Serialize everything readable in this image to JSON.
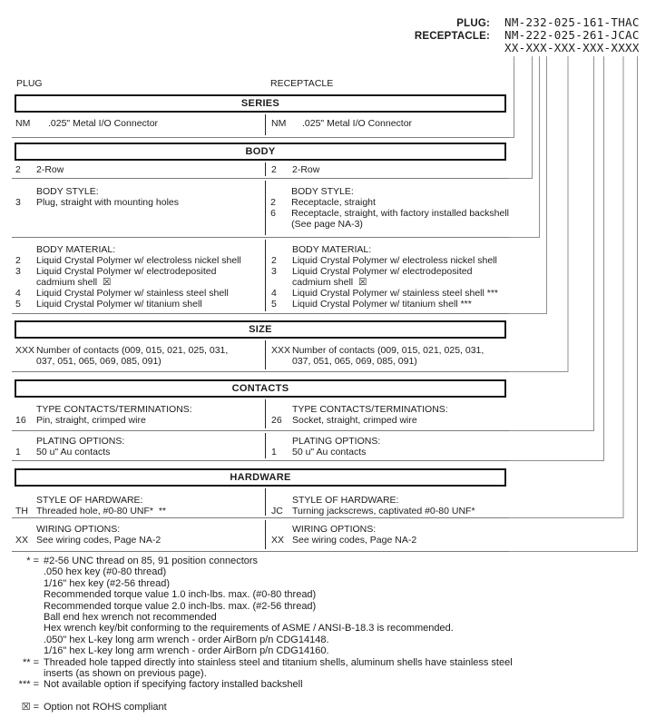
{
  "part_numbers": {
    "plug_label": "PLUG:",
    "plug_value": "NM-232-025-161-THAC",
    "receptacle_label": "RECEPTACLE:",
    "receptacle_value": "NM-222-025-261-JCAC",
    "mask_value": "XX-XXX-XXX-XXX-XXXX"
  },
  "column_headers": {
    "left": "PLUG",
    "right": "RECEPTACLE"
  },
  "sections": [
    {
      "id": "series",
      "title": "SERIES",
      "subs": [
        {
          "id": "sub-series",
          "left": {
            "rows": [
              {
                "code": "NM",
                "lines": [
                  ".025\" Metal I/O Connector"
                ]
              }
            ]
          },
          "right": {
            "rows": [
              {
                "code": "NM",
                "lines": [
                  ".025\" Metal I/O Connector"
                ]
              }
            ]
          }
        }
      ]
    },
    {
      "id": "body",
      "title": "BODY",
      "subs": [
        {
          "id": "sub-body-row",
          "left": {
            "rows": [
              {
                "code": "2",
                "lines": [
                  "2-Row"
                ]
              }
            ]
          },
          "right": {
            "rows": [
              {
                "code": "2",
                "lines": [
                  "2-Row"
                ]
              }
            ]
          }
        },
        {
          "id": "sub-body-style",
          "left": {
            "title": "BODY STYLE:",
            "rows": [
              {
                "code": "3",
                "lines": [
                  "Plug, straight with mounting holes"
                ]
              }
            ]
          },
          "right": {
            "title": "BODY STYLE:",
            "rows": [
              {
                "code": "2",
                "lines": [
                  "Receptacle, straight"
                ]
              },
              {
                "code": "6",
                "lines": [
                  "Receptacle, straight, with factory installed backshell",
                  "(See page NA-3)"
                ]
              }
            ]
          }
        },
        {
          "id": "sub-body-material",
          "left": {
            "title": "BODY MATERIAL:",
            "rows": [
              {
                "code": "2",
                "lines": [
                  "Liquid Crystal Polymer w/ electroless nickel shell"
                ]
              },
              {
                "code": "3",
                "lines": [
                  "Liquid Crystal Polymer w/ electrodeposited",
                  "cadmium shell  ☒"
                ]
              },
              {
                "code": "4",
                "lines": [
                  "Liquid Crystal Polymer w/ stainless steel shell"
                ]
              },
              {
                "code": "5",
                "lines": [
                  "Liquid Crystal Polymer w/ titanium shell"
                ]
              }
            ]
          },
          "right": {
            "title": "BODY MATERIAL:",
            "rows": [
              {
                "code": "2",
                "lines": [
                  "Liquid Crystal Polymer w/ electroless nickel shell"
                ]
              },
              {
                "code": "3",
                "lines": [
                  "Liquid Crystal Polymer w/ electrodeposited",
                  "cadmium shell  ☒"
                ]
              },
              {
                "code": "4",
                "lines": [
                  "Liquid Crystal Polymer w/ stainless steel shell ***"
                ]
              },
              {
                "code": "5",
                "lines": [
                  "Liquid Crystal Polymer w/ titanium shell ***"
                ]
              }
            ]
          }
        }
      ]
    },
    {
      "id": "size",
      "title": "SIZE",
      "subs": [
        {
          "id": "sub-size",
          "left": {
            "rows": [
              {
                "code": "XXX",
                "lines": [
                  "Number of contacts (009, 015, 021, 025, 031,",
                  "037, 051, 065, 069, 085, 091)"
                ]
              }
            ]
          },
          "right": {
            "rows": [
              {
                "code": "XXX",
                "lines": [
                  "Number of contacts (009, 015, 021, 025, 031,",
                  "037, 051, 065, 069, 085, 091)"
                ]
              }
            ]
          }
        }
      ]
    },
    {
      "id": "contacts",
      "title": "CONTACTS",
      "subs": [
        {
          "id": "sub-contacts-type",
          "left": {
            "title": "TYPE CONTACTS/TERMINATIONS:",
            "rows": [
              {
                "code": "16",
                "lines": [
                  "Pin, straight, crimped wire"
                ]
              }
            ]
          },
          "right": {
            "title": "TYPE CONTACTS/TERMINATIONS:",
            "rows": [
              {
                "code": "26",
                "lines": [
                  "Socket, straight, crimped wire"
                ]
              }
            ]
          }
        },
        {
          "id": "sub-contacts-plating",
          "left": {
            "title": "PLATING OPTIONS:",
            "rows": [
              {
                "code": "1",
                "lines": [
                  "50 u\" Au contacts"
                ]
              }
            ]
          },
          "right": {
            "title": "PLATING OPTIONS:",
            "rows": [
              {
                "code": "1",
                "lines": [
                  "50 u\" Au contacts"
                ]
              }
            ]
          }
        }
      ]
    },
    {
      "id": "hardware",
      "title": "HARDWARE",
      "subs": [
        {
          "id": "sub-hardware-style",
          "left": {
            "title": "STYLE OF HARDWARE:",
            "rows": [
              {
                "code": "TH",
                "lines": [
                  "Threaded hole, #0-80 UNF*  **"
                ]
              }
            ]
          },
          "right": {
            "title": "STYLE OF HARDWARE:",
            "rows": [
              {
                "code": "JC",
                "lines": [
                  "Turning jackscrews, captivated #0-80 UNF*"
                ]
              }
            ]
          }
        },
        {
          "id": "sub-hardware-wiring",
          "left": {
            "title": "WIRING OPTIONS:",
            "rows": [
              {
                "code": "XX",
                "lines": [
                  "See wiring codes, Page NA-2"
                ]
              }
            ]
          },
          "right": {
            "title": "WIRING OPTIONS:",
            "rows": [
              {
                "code": "XX",
                "lines": [
                  "See wiring codes, Page NA-2"
                ]
              }
            ]
          }
        }
      ]
    }
  ],
  "footnotes": [
    {
      "marker": "* =",
      "lines": [
        "#2-56 UNC thread on 85, 91 position connectors",
        ".050 hex key (#0-80 thread)",
        "1/16\" hex key (#2-56 thread)",
        "Recommended torque value 1.0 inch-lbs. max. (#0-80 thread)",
        "Recommended torque value 2.0 inch-lbs. max. (#2-56 thread)",
        "Ball end hex wrench not recommended",
        "Hex wrench key/bit conforming to the requirements of ASME / ANSI-B-18.3 is recommended.",
        ".050\" hex L-key long arm wrench - order AirBorn p/n CDG14148.",
        "1/16\" hex L-key long arm wrench - order AirBorn p/n CDG14160."
      ]
    },
    {
      "marker": "** =",
      "lines": [
        "Threaded hole tapped directly into stainless steel and titanium shells, aluminum shells have stainless steel",
        "inserts (as shown on previous page)."
      ]
    },
    {
      "marker": "*** =",
      "lines": [
        "Not available option if specifying factory installed backshell"
      ]
    },
    {
      "marker": "☒ =",
      "gap_before": true,
      "lines": [
        "Option not ROHS compliant"
      ]
    }
  ]
}
